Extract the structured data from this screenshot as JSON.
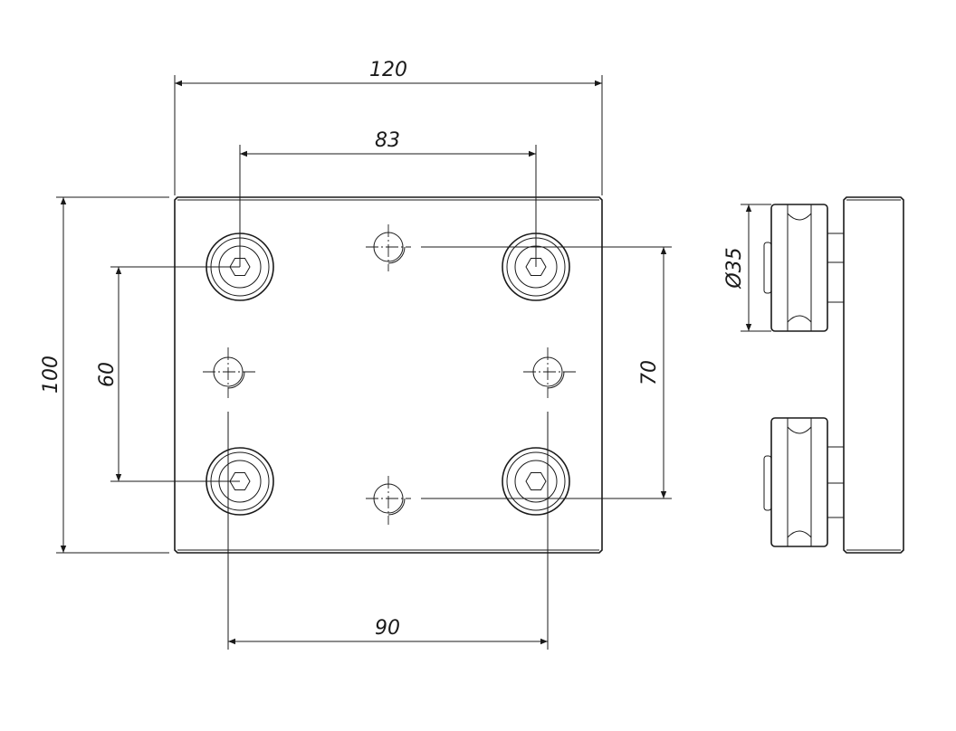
{
  "dimensions": {
    "plate_width": "120",
    "bolt_spacing_top": "83",
    "plate_height": "100",
    "bolt_spacing_vertical_left": "60",
    "bolt_spacing_vertical_right": "70",
    "bolt_spacing_bottom": "90",
    "wheel_diameter": "Ø35"
  },
  "colors": {
    "line": "#1a1a1a",
    "background": "#ffffff"
  }
}
